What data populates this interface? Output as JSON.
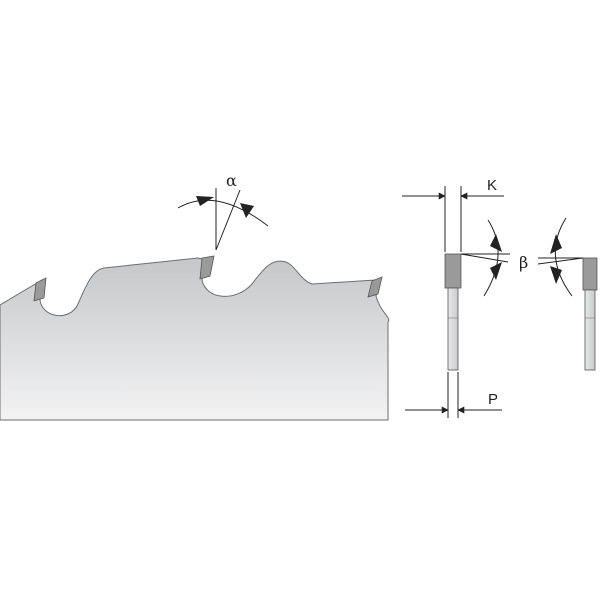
{
  "labels": {
    "alpha": "α",
    "beta": "β",
    "kerf": "K",
    "plate": "P"
  },
  "colors": {
    "blade_gradient_top": "#c6c7c9",
    "blade_gradient_bottom": "#f3f3f4",
    "blade_outline": "#6e6e6e",
    "carbide_tip": "#9a9a9a",
    "line": "#222222"
  }
}
